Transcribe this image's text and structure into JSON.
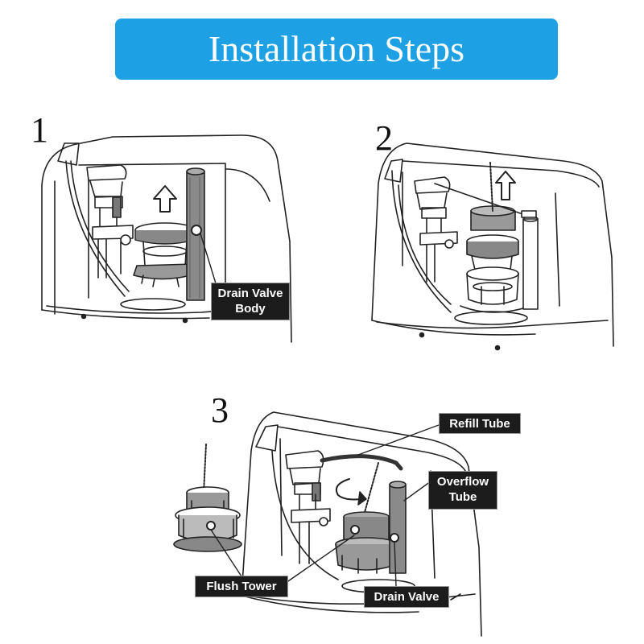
{
  "title": "Installation Steps",
  "colors": {
    "banner": "#1ea0e4",
    "callout_bg": "#1c1c1c",
    "line": "#222222",
    "part_fill": "#8a8a8a"
  },
  "steps": [
    {
      "number": "1",
      "labels": [
        "Drain Valve Body"
      ]
    },
    {
      "number": "2",
      "labels": []
    },
    {
      "number": "3",
      "labels": [
        "Refill Tube",
        "Overflow Tube",
        "Flush Tower",
        "Drain Valve"
      ]
    }
  ],
  "callouts": {
    "drain_valve_body_line1": "Drain Valve",
    "drain_valve_body_line2": "Body",
    "refill_tube": "Refill Tube",
    "overflow_tube_line1": "Overflow",
    "overflow_tube_line2": "Tube",
    "flush_tower": "Flush Tower",
    "drain_valve": "Drain Valve"
  },
  "icons": [
    "up-arrow-icon",
    "rotate-arrow-icon"
  ]
}
